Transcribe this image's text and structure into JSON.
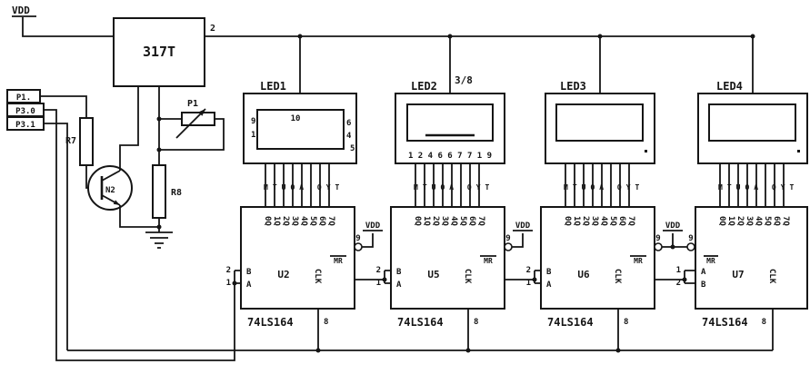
{
  "schematic": {
    "power": {
      "vdd": "VDD",
      "regulator": "317T",
      "output_pin": "2"
    },
    "note": "3/8",
    "ports": [
      {
        "label": "P1."
      },
      {
        "label": "P3.0"
      },
      {
        "label": "P3.1"
      }
    ],
    "components": {
      "r7": "R7",
      "r8": "R8",
      "transistor": "N2",
      "pot": "P1"
    },
    "displays": [
      {
        "label": "LED1",
        "digit": "10",
        "left_pins": [
          "9",
          "1"
        ],
        "right_pins": [
          "6",
          "4",
          "5"
        ]
      },
      {
        "label": "LED2",
        "bottom_pins": "1 2 4 6 6 7 7 1 9"
      },
      {
        "label": "LED3"
      },
      {
        "label": "LED4"
      }
    ],
    "segment_row": "MTUOA QYT",
    "q_columns": [
      "0Q",
      "1Q",
      "2Q",
      "3Q",
      "4Q",
      "5Q",
      "6Q",
      "7Q"
    ],
    "ics": [
      {
        "ref": "U2",
        "part": "74LS164",
        "in_b": "B",
        "in_a": "A",
        "pin_b": "2",
        "pin_a": "1",
        "mr": "MR",
        "mr_pin": "9",
        "clk": "CLK",
        "clk_pin": "8",
        "vdd": "VDD"
      },
      {
        "ref": "U5",
        "part": "74LS164",
        "in_b": "B",
        "in_a": "A",
        "pin_b": "2",
        "pin_a": "1",
        "mr": "MR",
        "mr_pin": "9",
        "clk": "CLK",
        "clk_pin": "8",
        "vdd": "VDD"
      },
      {
        "ref": "U6",
        "part": "74LS164",
        "in_b": "B",
        "in_a": "A",
        "pin_b": "2",
        "pin_a": "1",
        "mr": "MR",
        "mr_pin": "9",
        "clk": "CLK",
        "clk_pin": "8",
        "vdd": "VDD"
      },
      {
        "ref": "U7",
        "part": "74LS164",
        "in_b": "B",
        "in_a": "A",
        "pin_b": "2",
        "pin_a": "1",
        "mr": "MR",
        "mr_pin": "9",
        "clk": "CLK",
        "clk_pin": "8"
      }
    ]
  }
}
